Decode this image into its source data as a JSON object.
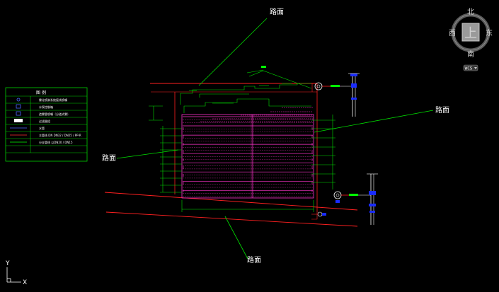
{
  "drawing": {
    "road_labels": [
      "路面",
      "路面",
      "路面",
      "路面"
    ]
  },
  "legend": {
    "title": "图 例",
    "rows": [
      {
        "symbol": "",
        "text": "雾化喷淋系统接线喷嘴"
      },
      {
        "symbol": "",
        "text": "水泵控制箱"
      },
      {
        "symbol": "",
        "text": "造雾管喷嘴（分道式雾）"
      },
      {
        "symbol": "",
        "text": "过滤器组"
      },
      {
        "symbol": "",
        "text": "水管"
      },
      {
        "symbol": "",
        "text": "主管线  DN    DN32 / DN25 / PP-R"
      },
      {
        "symbol": "",
        "text": "分支管线      以DN20 / DN15"
      },
      {
        "symbol": "",
        "text": ""
      },
      {
        "symbol": "",
        "text": ""
      }
    ]
  },
  "viewcube": {
    "north": "北",
    "south": "南",
    "east": "东",
    "west": "西",
    "top": "上",
    "wcs": "WCS"
  },
  "ucs": {
    "x_label": "X",
    "y_label": "Y"
  },
  "colors": {
    "background": "#000000",
    "leader": "#00ff00",
    "boundary": "#ff0000",
    "pipe": "#ff00ff",
    "valve": "#0000ff",
    "legend_border": "#00ff00"
  }
}
